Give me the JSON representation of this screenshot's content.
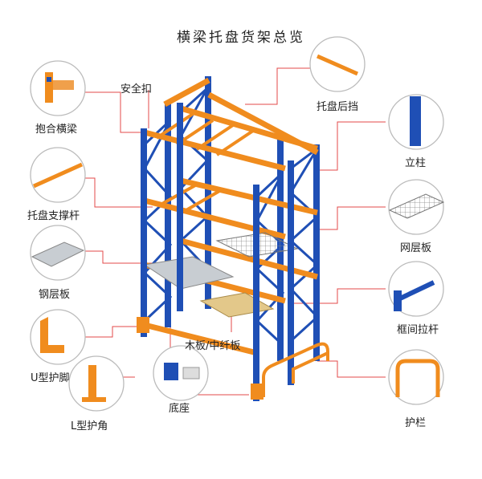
{
  "title": "横梁托盘货架总览",
  "colors": {
    "upright": "#1f4fb5",
    "beam": "#f08c1e",
    "leader": "#e34a4a",
    "panel": "#c8cdd2",
    "board": "#e3c88a"
  },
  "labels": {
    "safety_clip": "安全扣",
    "hold_beam": "抱合横梁",
    "pallet_support": "托盘支撑杆",
    "steel_deck": "钢层板",
    "u_guard": "U型护脚",
    "l_guard": "L型护角",
    "base_plate": "底座",
    "wood_board": "木板/中纤板",
    "pallet_stop": "托盘后挡",
    "upright": "立柱",
    "wire_deck": "网层板",
    "frame_tie": "框间拉杆",
    "guard_rail": "护栏"
  }
}
